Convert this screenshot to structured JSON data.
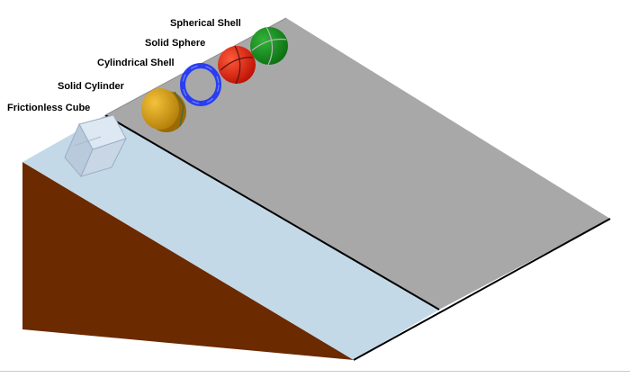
{
  "labels": {
    "spherical_shell": "Spherical Shell",
    "solid_sphere": "Solid Sphere",
    "cylindrical_shell": "Cylindrical Shell",
    "solid_cylinder": "Solid Cylinder",
    "frictionless_cube": "Frictionless Cube"
  },
  "colors": {
    "background": "#ffffff",
    "ramp_side": "#6b2a00",
    "ice_surface": "#c4d9e8",
    "gray_surface": "#a8a8a8",
    "edge_line": "#000000",
    "cube": "#c8d6e6",
    "solid_cylinder": "#d9a016",
    "cylindrical_shell": "#2a3df0",
    "solid_sphere": "#e41a0c",
    "spherical_shell": "#0f8a12"
  }
}
